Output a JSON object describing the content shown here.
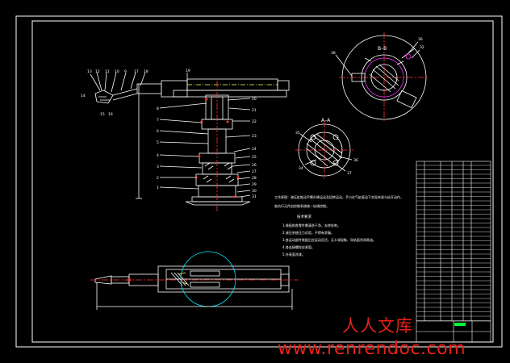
{
  "section_labels": {
    "b_b": "B–B",
    "a_a": "A–A"
  },
  "notes_text": [
    "工作原理：液压缸推动手臂升降运动及回转运动，手爪在气缸驱动下实现夹紧与松开动作，",
    "各执行元件由控制系统统一协调控制。"
  ],
  "tech_req": {
    "title": "技术要求",
    "items": [
      "1.装配前各零件需清洗干净，去除毛刺。",
      "2.液压系统压力试验，不得有渗漏。",
      "3.各运动部件装配后应运动灵活，无卡滞现象，导轨面涂润滑油。",
      "4.各连接螺栓应紧固。",
      "5.外表面涂漆。"
    ]
  },
  "watermark": {
    "cn": "人人文库",
    "url": "www.renrendoc.com"
  },
  "colors": {
    "line": "#ffffff",
    "cyan": "#00e5ff",
    "red": "#ff3030",
    "magenta": "#ff33ff",
    "green": "#00ff33",
    "watermark": "#e8221a"
  }
}
